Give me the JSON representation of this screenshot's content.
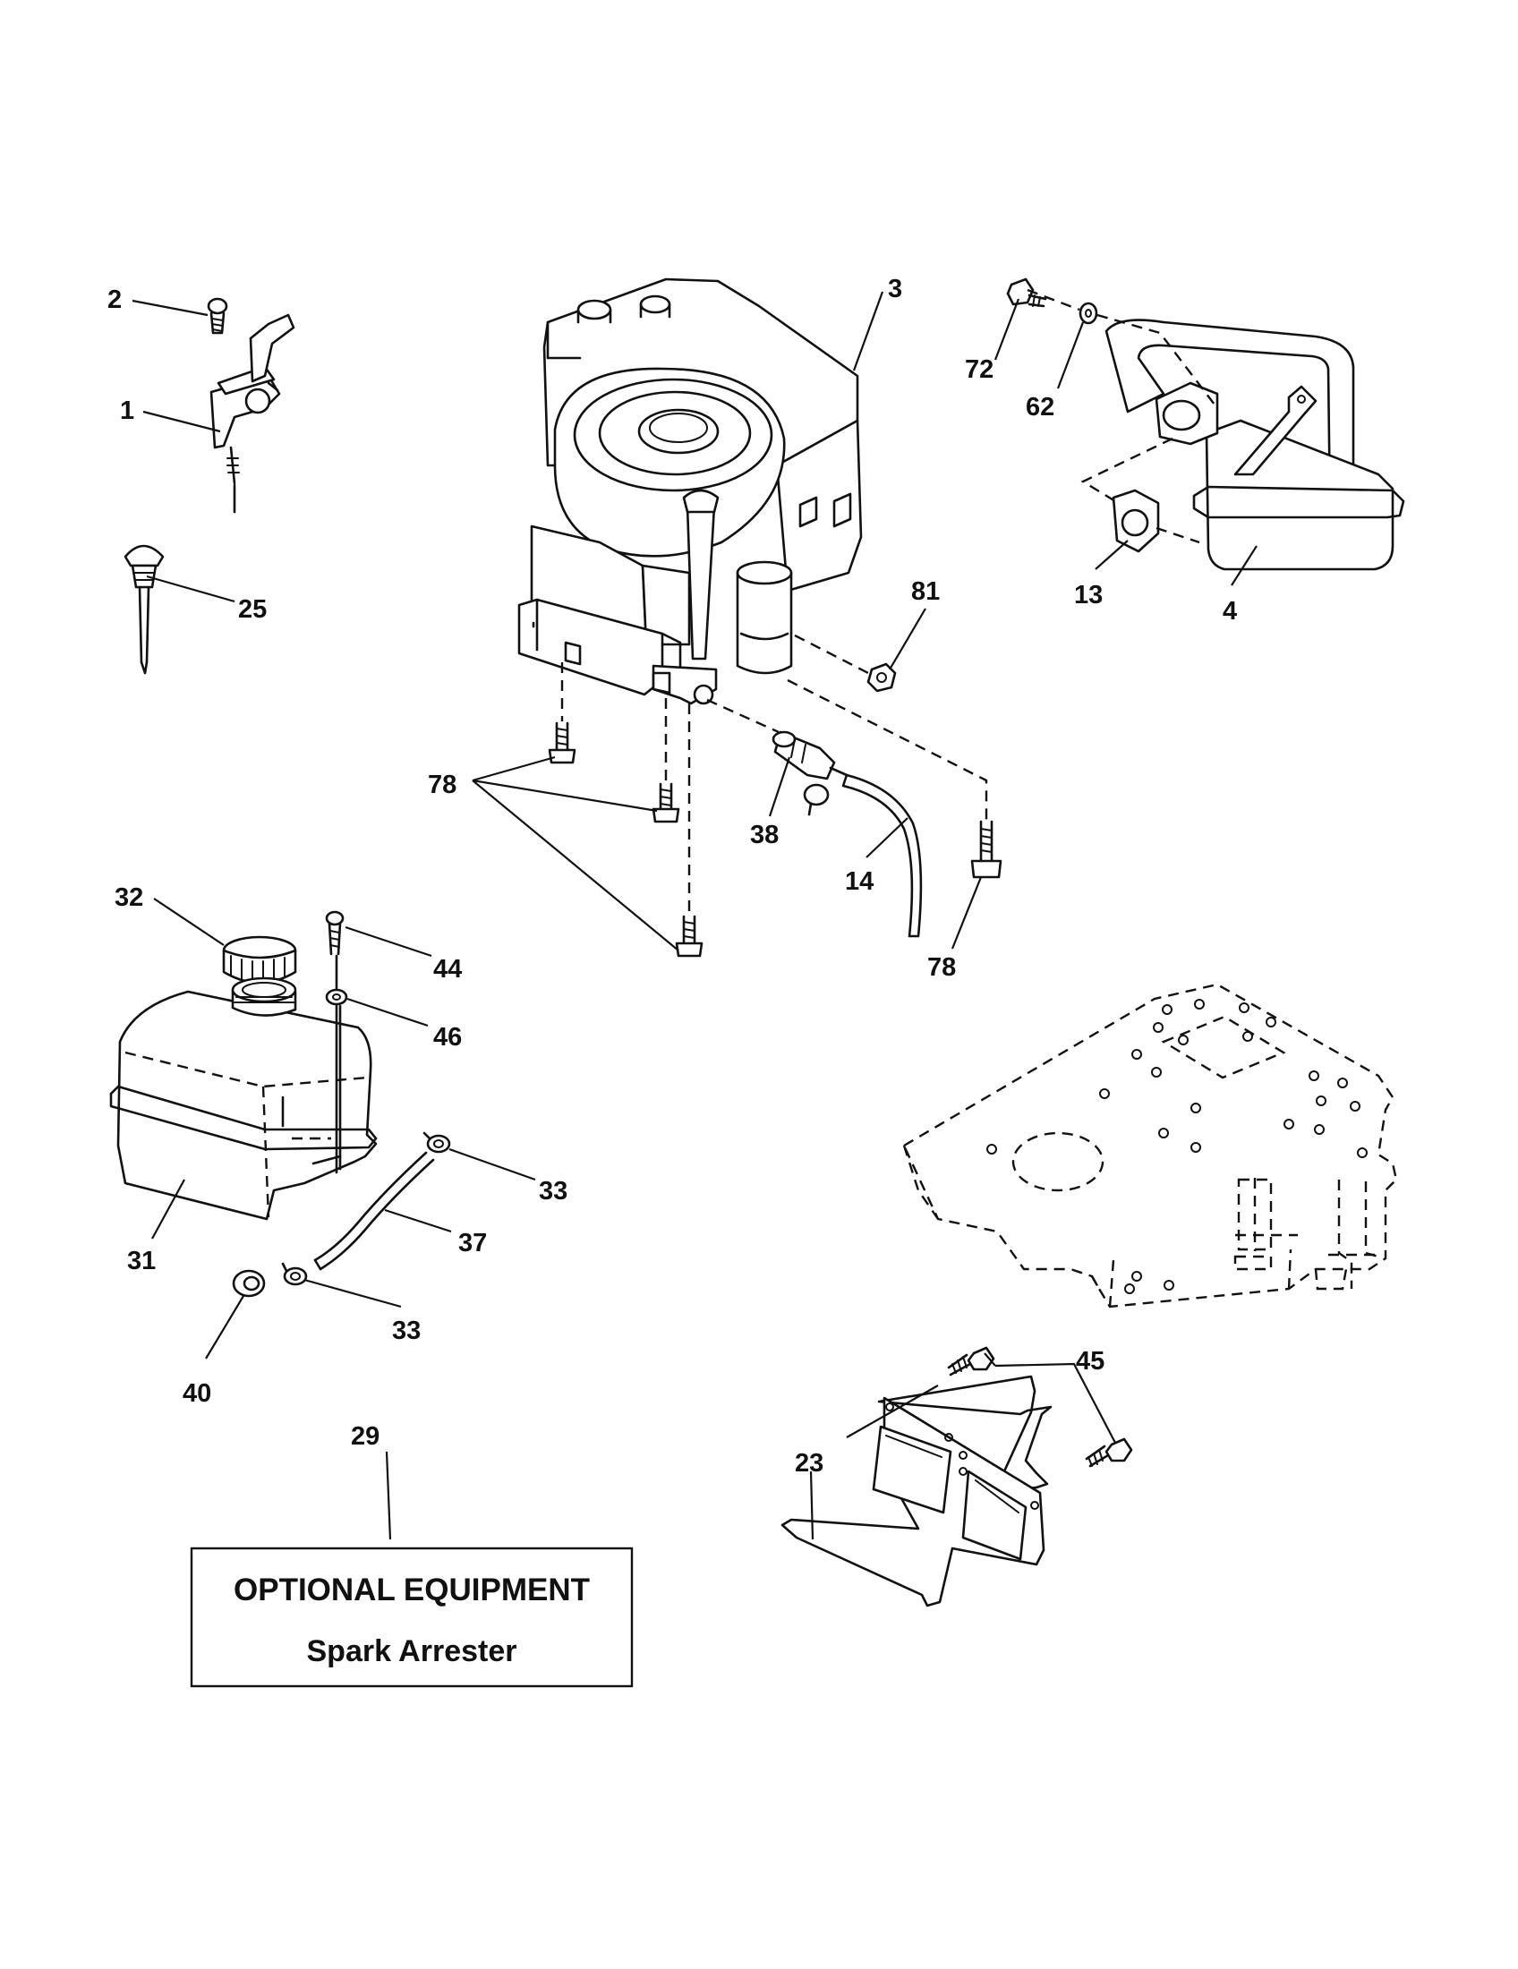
{
  "parts": [
    {
      "id": "p1",
      "number": "1"
    },
    {
      "id": "p2",
      "number": "2"
    },
    {
      "id": "p3",
      "number": "3"
    },
    {
      "id": "p4",
      "number": "4"
    },
    {
      "id": "p13",
      "number": "13"
    },
    {
      "id": "p14",
      "number": "14"
    },
    {
      "id": "p23",
      "number": "23"
    },
    {
      "id": "p25",
      "number": "25"
    },
    {
      "id": "p29",
      "number": "29"
    },
    {
      "id": "p31",
      "number": "31"
    },
    {
      "id": "p32",
      "number": "32"
    },
    {
      "id": "p33a",
      "number": "33"
    },
    {
      "id": "p33b",
      "number": "33"
    },
    {
      "id": "p37",
      "number": "37"
    },
    {
      "id": "p38",
      "number": "38"
    },
    {
      "id": "p40",
      "number": "40"
    },
    {
      "id": "p44",
      "number": "44"
    },
    {
      "id": "p45",
      "number": "45"
    },
    {
      "id": "p46",
      "number": "46"
    },
    {
      "id": "p62",
      "number": "62"
    },
    {
      "id": "p72",
      "number": "72"
    },
    {
      "id": "p78a",
      "number": "78"
    },
    {
      "id": "p78b",
      "number": "78"
    },
    {
      "id": "p81",
      "number": "81"
    }
  ],
  "optional_box": {
    "title": "OPTIONAL EQUIPMENT",
    "subtitle": "Spark Arrester"
  }
}
